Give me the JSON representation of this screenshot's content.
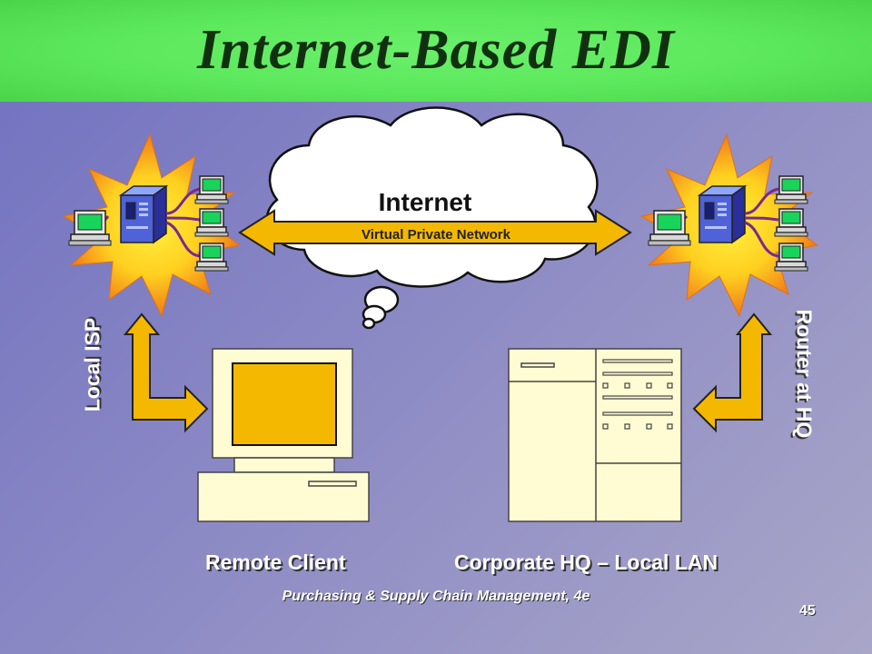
{
  "slide": {
    "title": "Internet-Based EDI",
    "footer": "Purchasing & Supply Chain Management, 4e",
    "page_number": "45"
  },
  "diagram": {
    "cloud_label": "Internet",
    "vpn_label": "Virtual Private Network",
    "left_node_label": "Local ISP",
    "right_node_label": "Router at HQ",
    "client_label": "Remote Client",
    "hq_label": "Corporate HQ – Local LAN"
  },
  "colors": {
    "header_green": "#5ce85c",
    "arrow_orange": "#f5b800",
    "burst_orange": "#f08a1a",
    "burst_yellow": "#ffe020",
    "screen_green": "#19d45a",
    "beige": "#fffbd2"
  },
  "icons": [
    "starburst-icon",
    "server-icon",
    "computer-icon",
    "cloud-icon",
    "double-arrow-icon",
    "elbow-arrow-icon"
  ]
}
